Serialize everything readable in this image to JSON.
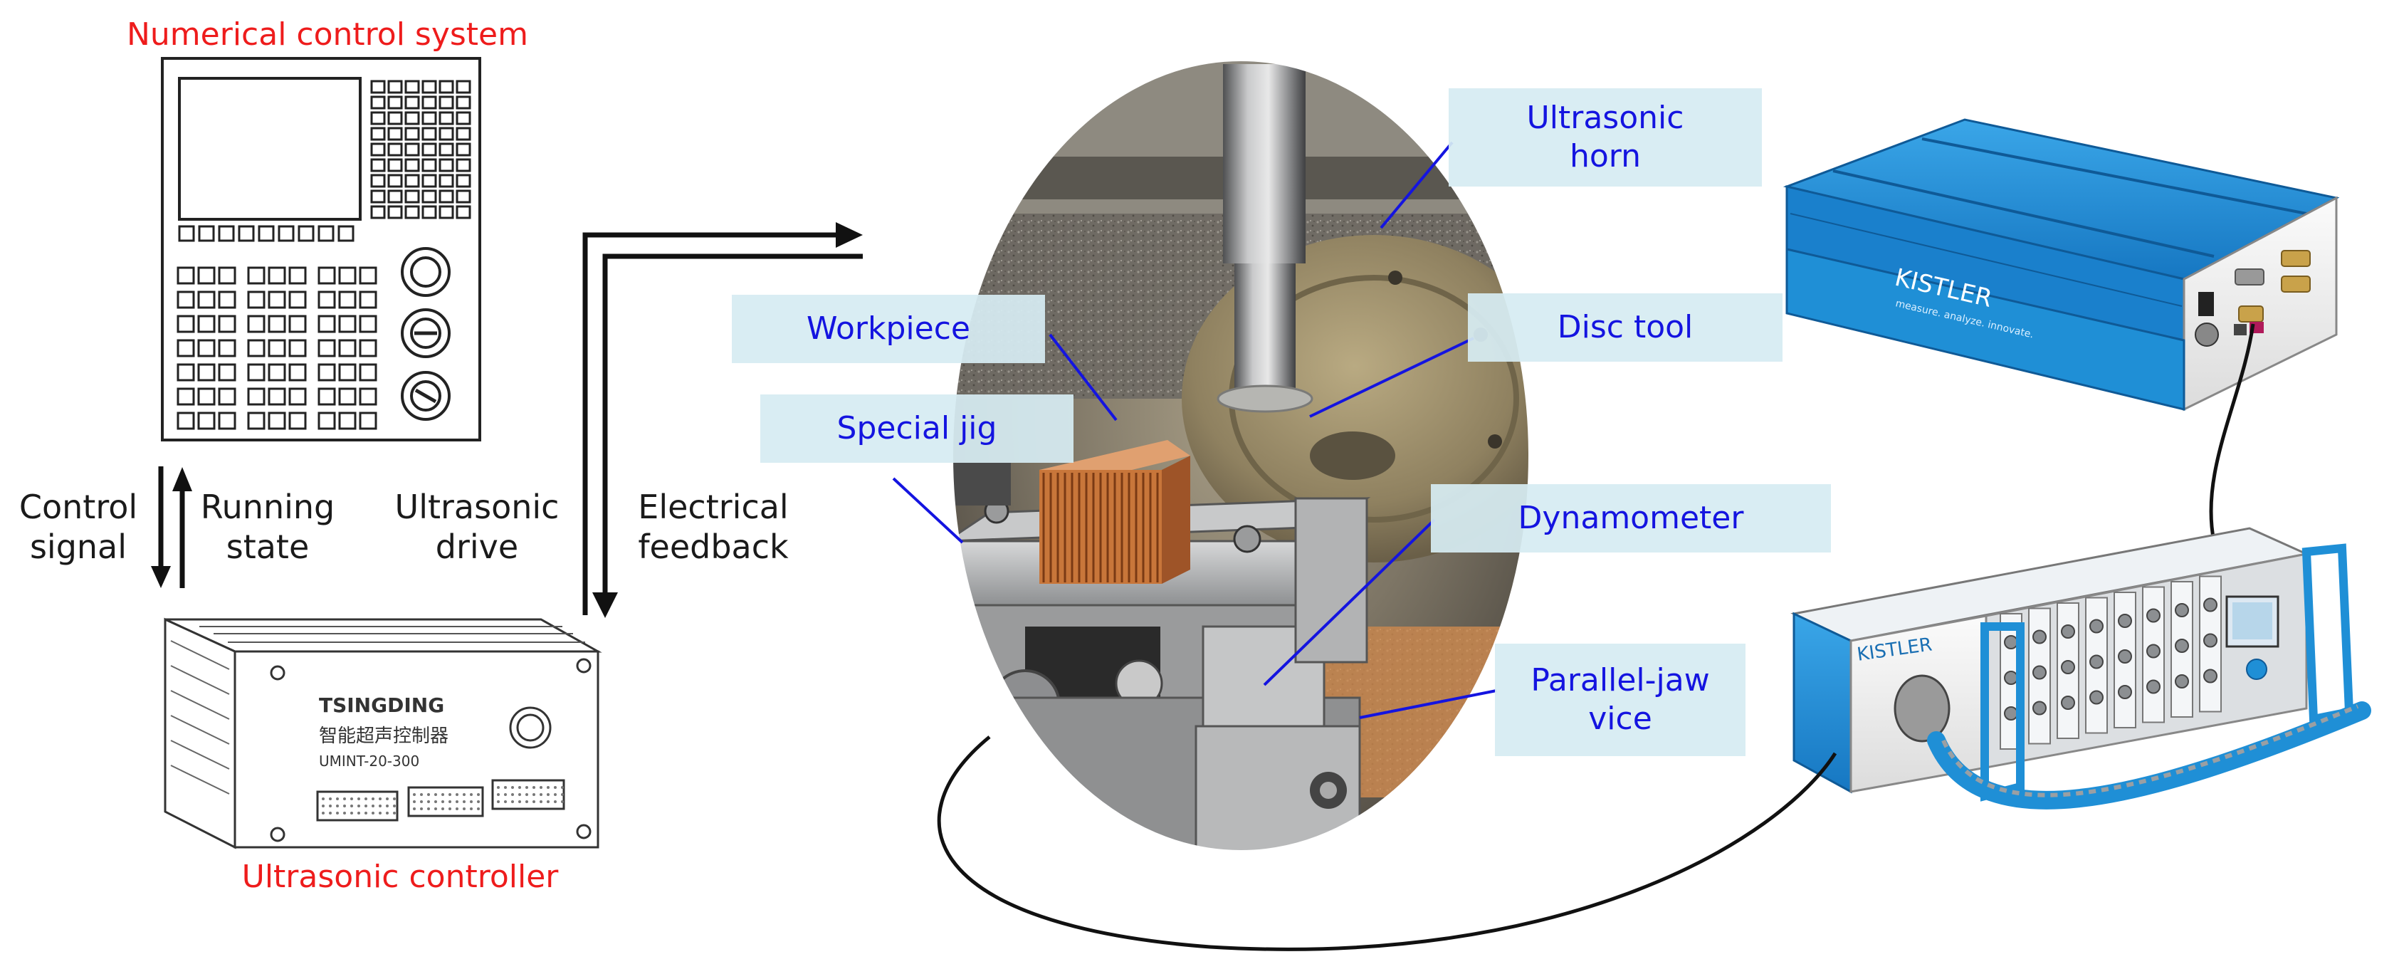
{
  "titles": {
    "cnc_system": "Numerical control system",
    "ultrasonic_controller": "Ultrasonic controller"
  },
  "signals": {
    "control_signal": [
      "Control",
      "signal"
    ],
    "running_state": [
      "Running",
      "state"
    ],
    "ultrasonic_drive": [
      "Ultrasonic",
      "drive"
    ],
    "electrical_feedback": [
      "Electrical",
      "feedback"
    ]
  },
  "callouts": {
    "ultrasonic_horn": [
      "Ultrasonic",
      "horn"
    ],
    "disc_tool": "Disc tool",
    "workpiece": "Workpiece",
    "special_jig": "Special jig",
    "dynamometer": "Dynamometer",
    "parallel_jaw_vice": [
      "Parallel-jaw",
      "vice"
    ]
  },
  "device_text": {
    "controller_brand": "TSINGDING",
    "controller_model_cn": "智能超声控制器",
    "controller_model": "UMINT-20-300",
    "daq_brand": "KISTLER",
    "daq_subtitle": "measure. analyze. innovate.",
    "amplifier_brand": "KISTLER"
  },
  "colors": {
    "title_red": "#ee1c1c",
    "callout_text_blue": "#1414e0",
    "callout_box": "#d6ecf2",
    "kistler_blue": "#1f8fd6",
    "copper": "#c8763a"
  }
}
